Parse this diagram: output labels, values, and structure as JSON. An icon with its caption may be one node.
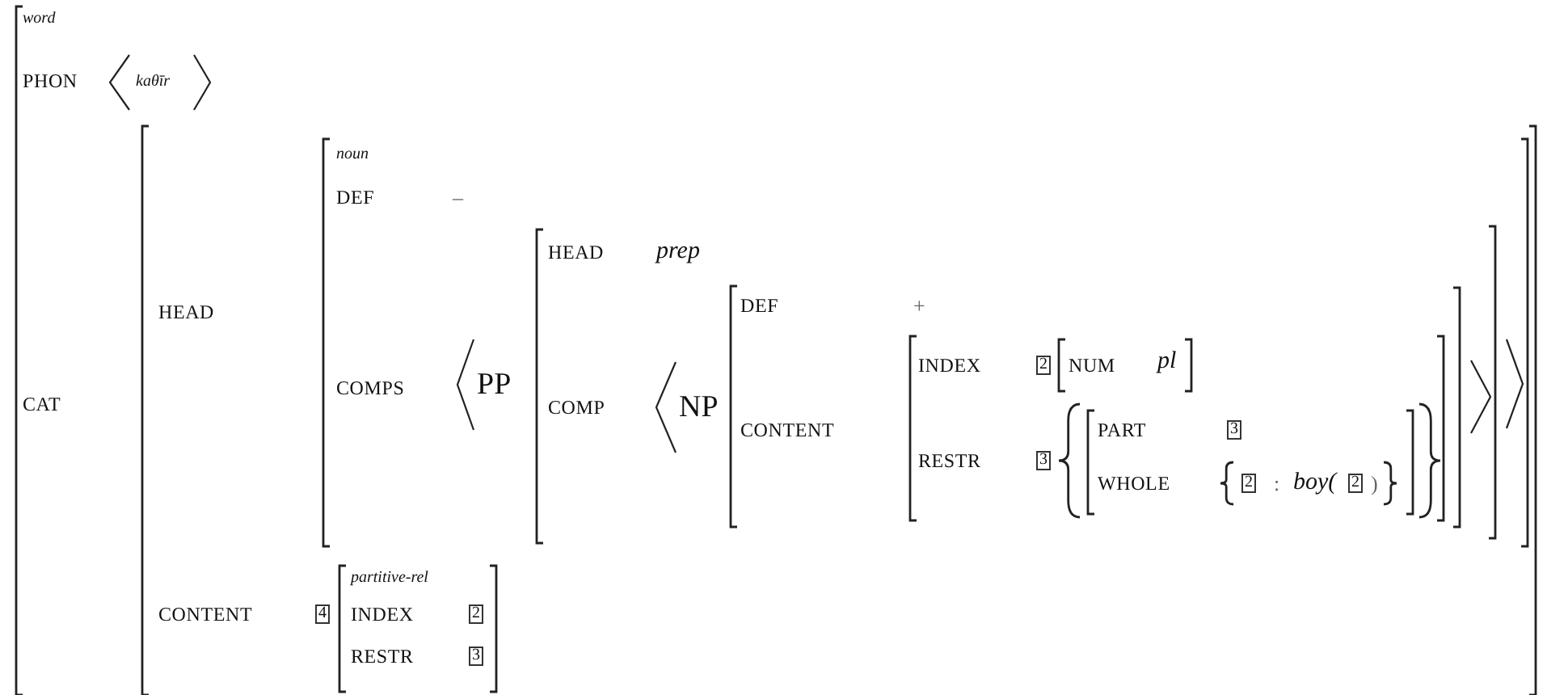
{
  "diagram": {
    "labels": [
      "word",
      "PHON",
      "kaθīr",
      "CAT",
      "HEAD",
      "noun",
      "DEF",
      "–",
      "COMPS",
      "PP",
      "HEAD",
      "prep",
      "COMP",
      "NP",
      "DEF",
      "+",
      "CONTENT",
      "INDEX",
      "2",
      "NUM",
      "pl",
      "RESTR",
      "3",
      "PART",
      "3",
      "WHOLE",
      "2",
      ":",
      "boy(",
      "2",
      ")",
      "CONTENT",
      "4",
      "partitive-rel",
      "INDEX",
      "2",
      "RESTR",
      "3"
    ]
  }
}
